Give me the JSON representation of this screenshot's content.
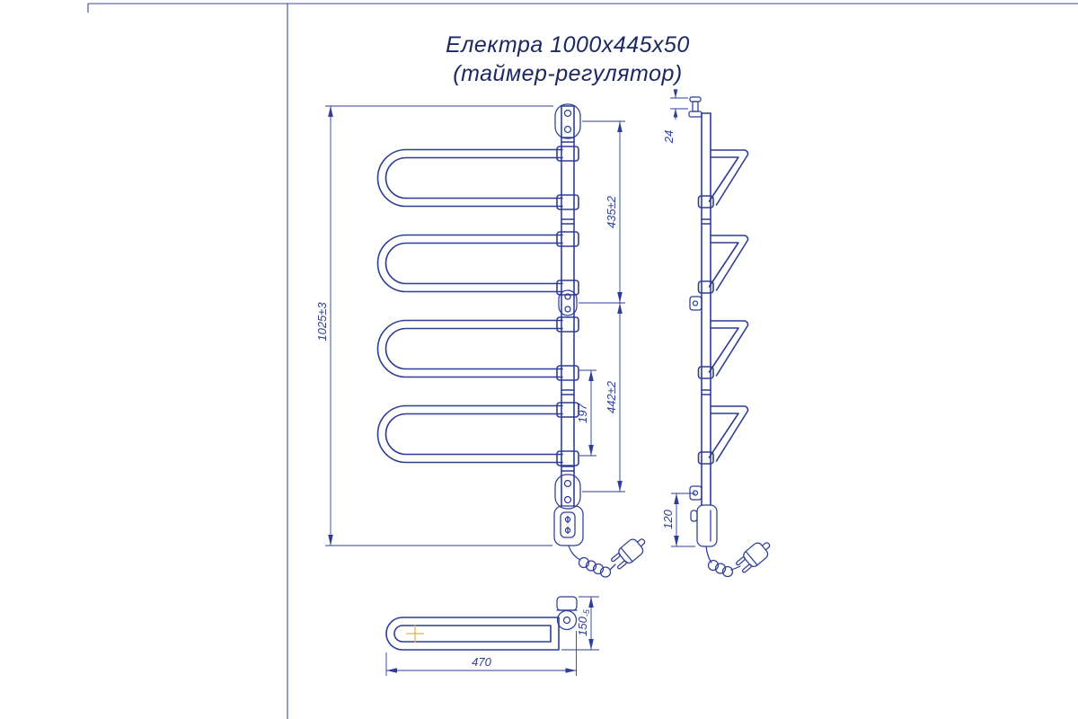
{
  "title": {
    "line1": "Електра 1000х445х50",
    "line2": "(таймер-регулятор)"
  },
  "dimensions": {
    "overall_height": "1025±3",
    "upper_section": "435±2",
    "lower_section": "442±2",
    "arm_pitch": "197",
    "top_screw": "24",
    "bottom_unit": "120",
    "depth_value": "150",
    "depth_tolerance": "-5",
    "arm_length": "470"
  },
  "colors": {
    "line_blue": "#2e3d96",
    "title_ink": "#1b2960",
    "center_mark_yellow": "#d8b94e",
    "background": "#ffffff"
  }
}
